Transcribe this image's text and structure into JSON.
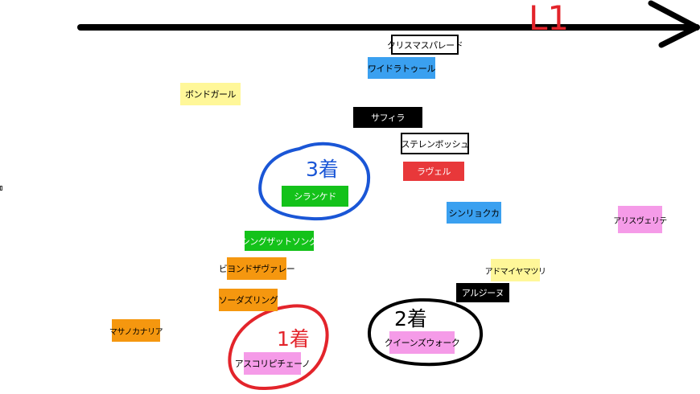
{
  "axis": {
    "label": "L1"
  },
  "horses": {
    "christmas_parade": "クリスマスパレード",
    "wide_latour": "ワイドラトゥール",
    "bond_girl": "ボンドガール",
    "sapphira": "サフィラ",
    "stellen_bosch": "ステレンボッシュ",
    "ravel": "ラヴェル",
    "shirankedo": "シランケド",
    "shinryokuka": "シンリョクカ",
    "aris_verite": "アリスヴェリテ",
    "sing_that_song": "シングザットソング",
    "beyond_the_valley": "ビヨンドザヴァレー",
    "admire_yamatsuri": "アドマイヤマツリ",
    "algiene": "アルジーヌ",
    "soda_zuring": "ソーダズリング",
    "masahaya_nishiki": "マサノカナリア",
    "queens_walk": "クイーンズウォーク",
    "ascoli_piceno": "アスコリピチェーノ"
  },
  "annotations": {
    "first": "1着",
    "second": "2着",
    "third": "3着"
  },
  "colors": {
    "first_circle": "#e3242b",
    "second_circle": "#000000",
    "third_circle": "#1a56d6",
    "third_label": "#1a56d6",
    "first_label": "#e3242b",
    "second_label": "#000000"
  }
}
